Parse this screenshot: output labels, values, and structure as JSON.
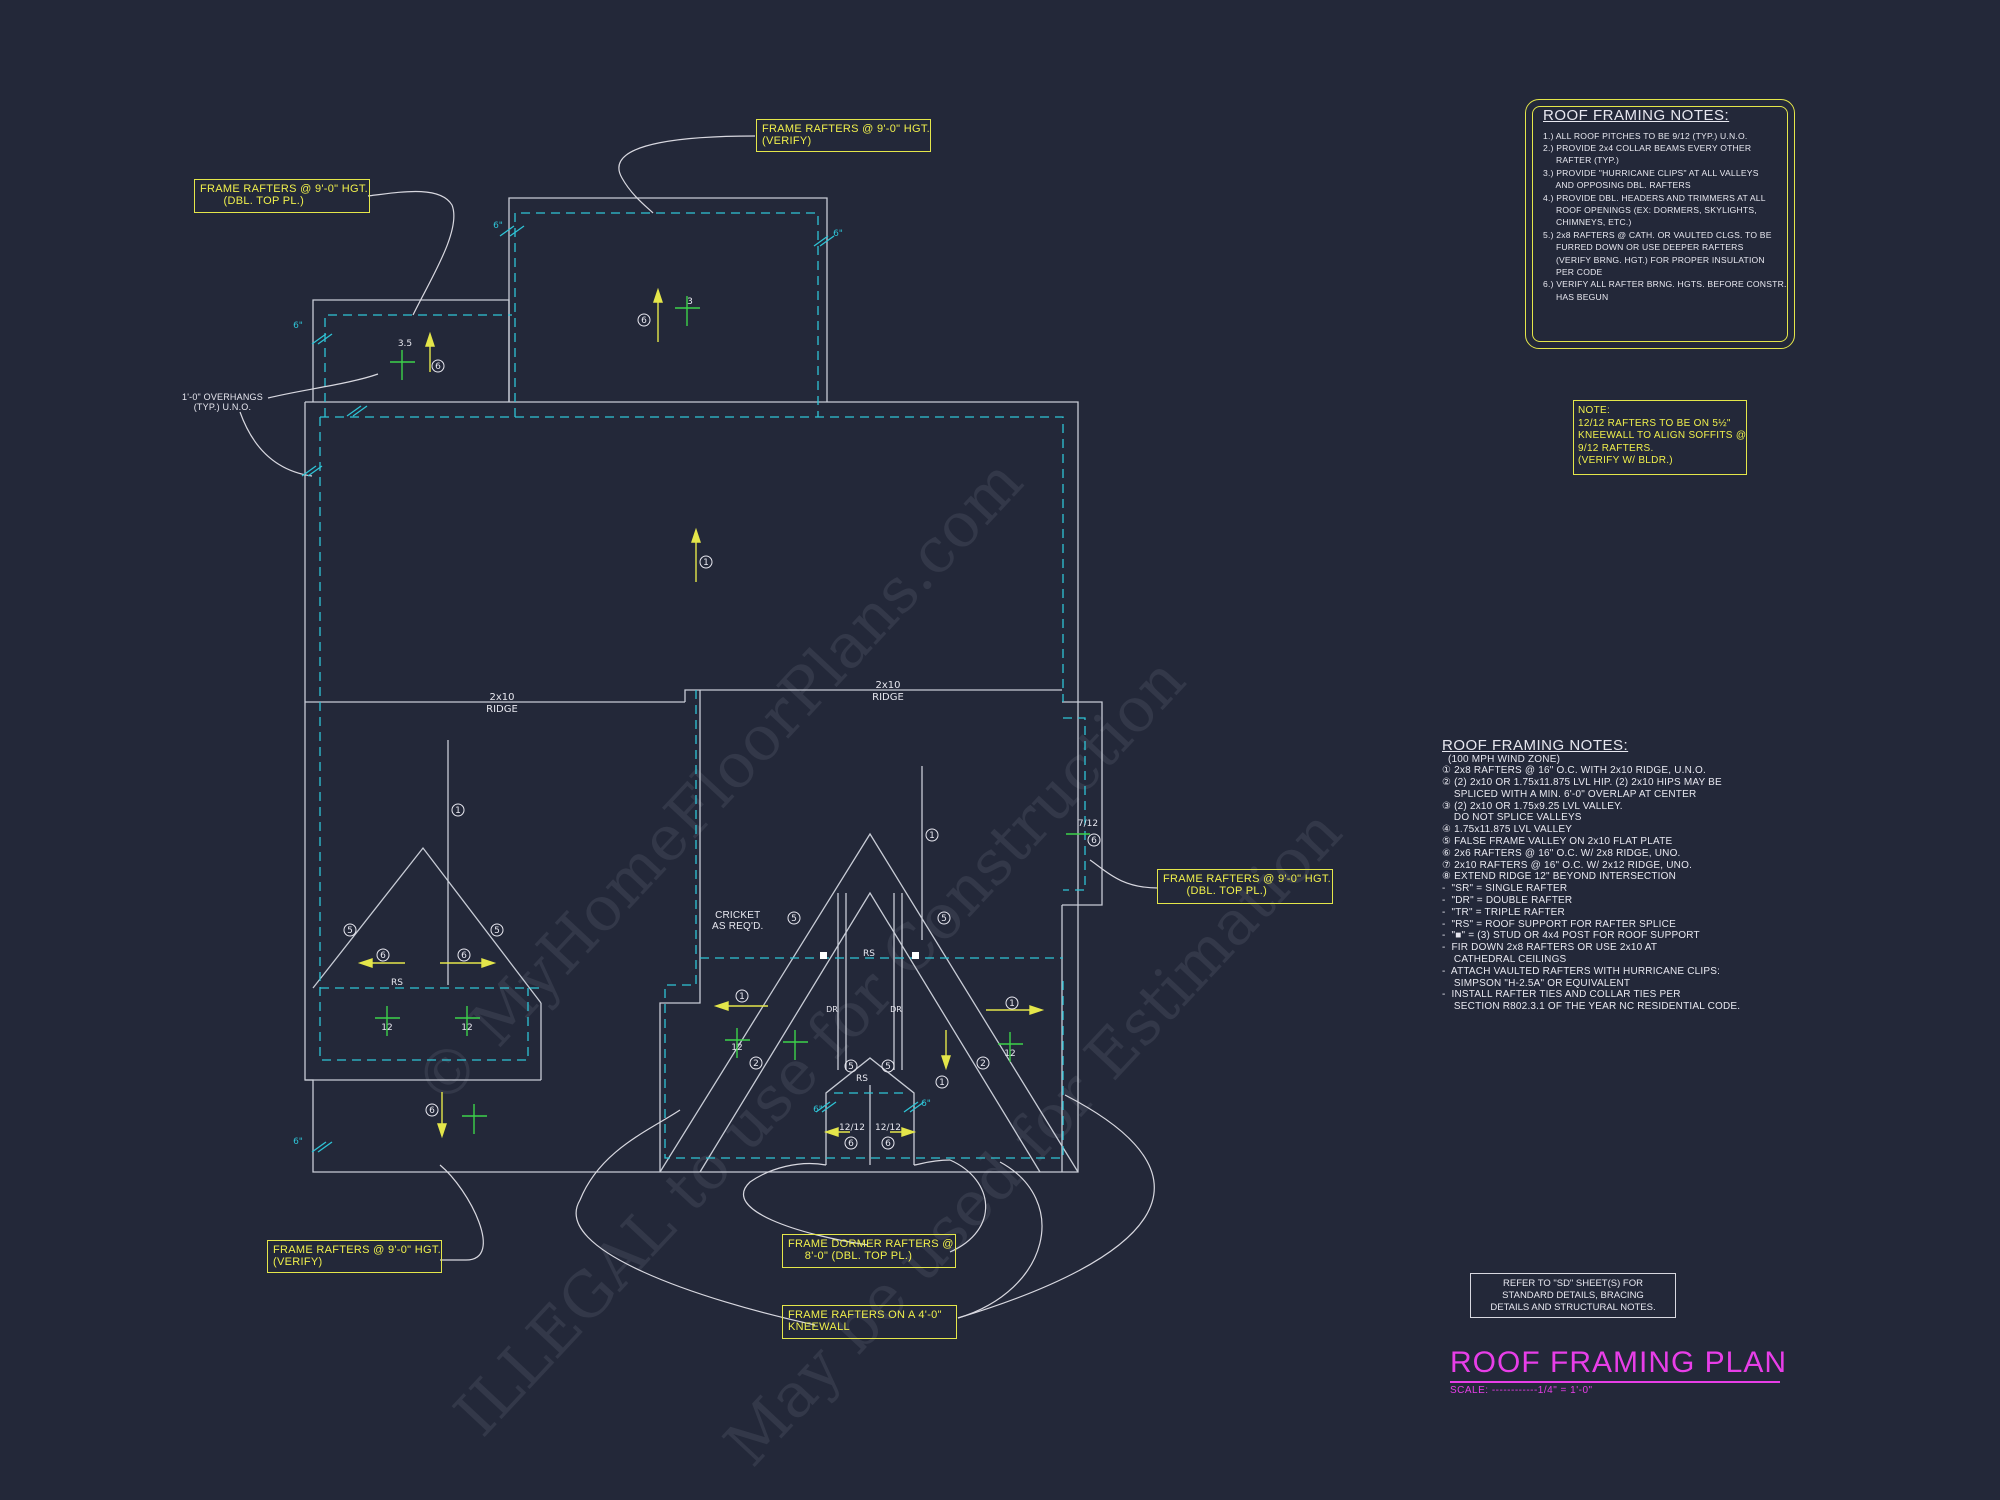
{
  "watermark": {
    "line1": "© MyHomeFloorPlans.com",
    "line2": "ILLEGAL to use for Construction",
    "line3": "May be used for Estimation"
  },
  "plan": {
    "title": "ROOF FRAMING PLAN",
    "scale": "SCALE: ------------1/4\" = 1'-0\""
  },
  "notes_top": {
    "title": "ROOF FRAMING NOTES:",
    "items": [
      "1.) ALL ROOF PITCHES TO BE 9/12 (TYP.) U.N.O.",
      "2.) PROVIDE 2x4 COLLAR BEAMS EVERY OTHER",
      "     RAFTER (TYP.)",
      "3.) PROVIDE \"HURRICANE CLIPS\" AT ALL VALLEYS",
      "     AND OPPOSING DBL. RAFTERS",
      "4.) PROVIDE DBL. HEADERS AND TRIMMERS AT ALL",
      "     ROOF OPENINGS (EX: DORMERS, SKYLIGHTS,",
      "     CHIMNEYS, ETC.)",
      "5.) 2x8 RAFTERS @ CATH. OR VAULTED CLGS. TO BE",
      "     FURRED DOWN OR USE DEEPER RAFTERS",
      "     (VERIFY BRNG. HGT.) FOR PROPER INSULATION",
      "     PER CODE",
      "6.) VERIFY ALL RAFTER BRNG. HGTS. BEFORE CONSTR.",
      "     HAS BEGUN"
    ]
  },
  "note_box": {
    "text": "NOTE:\n12/12 RAFTERS TO BE ON 5½\"\nKNEEWALL TO ALIGN SOFFITS @\n9/12 RAFTERS.\n(VERIFY W/ BLDR.)"
  },
  "notes_bottom": {
    "title": "ROOF FRAMING NOTES:",
    "items": [
      "  (100 MPH WIND ZONE)",
      "① 2x8 RAFTERS @ 16\" O.C. WITH 2x10 RIDGE, U.N.O.",
      "② (2) 2x10 OR 1.75x11.875 LVL HIP. (2) 2x10 HIPS MAY BE",
      "    SPLICED WITH A MIN. 6'-0\" OVERLAP AT CENTER",
      "③ (2) 2x10 OR 1.75x9.25 LVL VALLEY.",
      "    DO NOT SPLICE VALLEYS",
      "④ 1.75x11.875 LVL VALLEY",
      "⑤ FALSE FRAME VALLEY ON 2x10 FLAT PLATE",
      "⑥ 2x6 RAFTERS @ 16\" O.C. W/ 2x8 RIDGE, UNO.",
      "⑦ 2x10 RAFTERS @ 16\" O.C. W/ 2x12 RIDGE, UNO.",
      "⑧ EXTEND RIDGE 12\" BEYOND INTERSECTION",
      "-  \"SR\" = SINGLE RAFTER",
      "-  \"DR\" = DOUBLE RAFTER",
      "-  \"TR\" = TRIPLE RAFTER",
      "-  \"RS\" = ROOF SUPPORT FOR RAFTER SPLICE",
      "-  \"■\" = (3) STUD OR 4x4 POST FOR ROOF SUPPORT",
      "-  FIR DOWN 2x8 RAFTERS OR USE 2x10 AT",
      "    CATHEDRAL CEILINGS",
      "-  ATTACH VAULTED RAFTERS WITH HURRICANE CLIPS:",
      "    SIMPSON \"H-2.5A\" OR EQUIVALENT",
      "-  INSTALL RAFTER TIES AND COLLAR TIES PER",
      "    SECTION R802.3.1 OF THE YEAR NC RESIDENTIAL CODE."
    ]
  },
  "ref_box": {
    "text": "REFER TO \"SD\" SHEET(S) FOR\nSTANDARD DETAILS, BRACING\nDETAILS AND STRUCTURAL NOTES."
  },
  "callouts": {
    "c1": "FRAME RAFTERS @ 9'-0\" HGT.\n(VERIFY)",
    "c2": "FRAME RAFTERS @ 9'-0\" HGT.\n       (DBL. TOP PL.)",
    "c3": "FRAME RAFTERS @ 9'-0\" HGT.\n       (DBL. TOP PL.)",
    "c4": "FRAME RAFTERS @ 9'-0\" HGT.\n(VERIFY)",
    "c5": "FRAME DORMER RAFTERS @\n     8'-0\" (DBL. TOP PL.)",
    "c6": "FRAME RAFTERS ON A 4'-0\"\nKNEEWALL"
  },
  "labels": {
    "overhangs": "1'-0\" OVERHANGS\n(TYP.) U.N.O.",
    "ridge": "2x10",
    "ridge_word": "RIDGE",
    "cricket": "CRICKET\nAS REQ'D.",
    "rs": "RS",
    "six_in": "6\"",
    "pitch_12": "12",
    "pitch_3": "3",
    "pitch_35": "3.5",
    "pitch_712": "7/12",
    "pitch_1212": "12/12",
    "dr": "DR"
  },
  "marks": {
    "m1": "1",
    "m2": "2",
    "m5": "5",
    "m6": "6"
  },
  "colors": {
    "background": "#232839",
    "linework": "#c8ccd6",
    "dashed": "#2ec4d6",
    "callout": "#e4e64a",
    "title": "#e83ee8",
    "pitch": "#3cd24a"
  }
}
